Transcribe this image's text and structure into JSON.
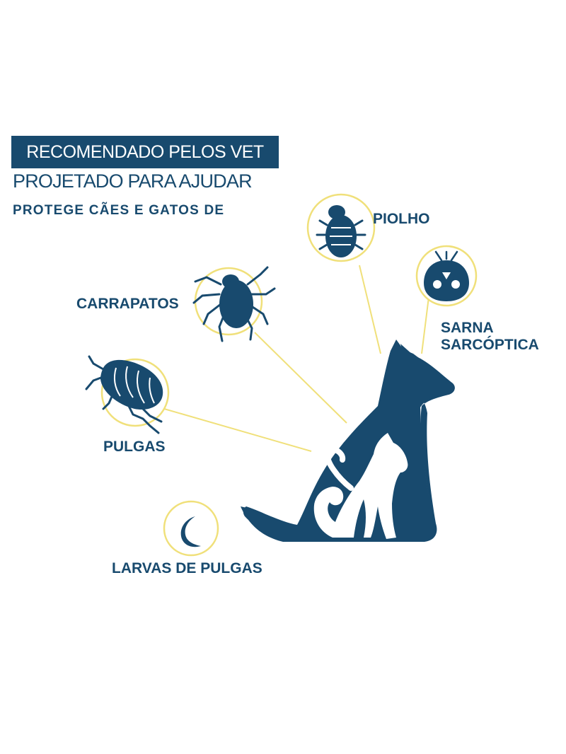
{
  "header": {
    "banner": "RECOMENDADO PELOS VET",
    "subtitle": "PROJETADO PARA AJUDAR",
    "tagline": "PROTEGE CÃES E GATOS DE"
  },
  "parasites": {
    "piolho": "PIOLHO",
    "sarna_line1": "SARNA",
    "sarna_line2": "SARCÓPTICA",
    "carrapatos": "CARRAPATOS",
    "pulgas": "PULGAS",
    "larvas": "LARVAS DE PULGAS"
  },
  "colors": {
    "navy": "#184a6e",
    "accent": "#f0e07a",
    "background": "#ffffff"
  }
}
